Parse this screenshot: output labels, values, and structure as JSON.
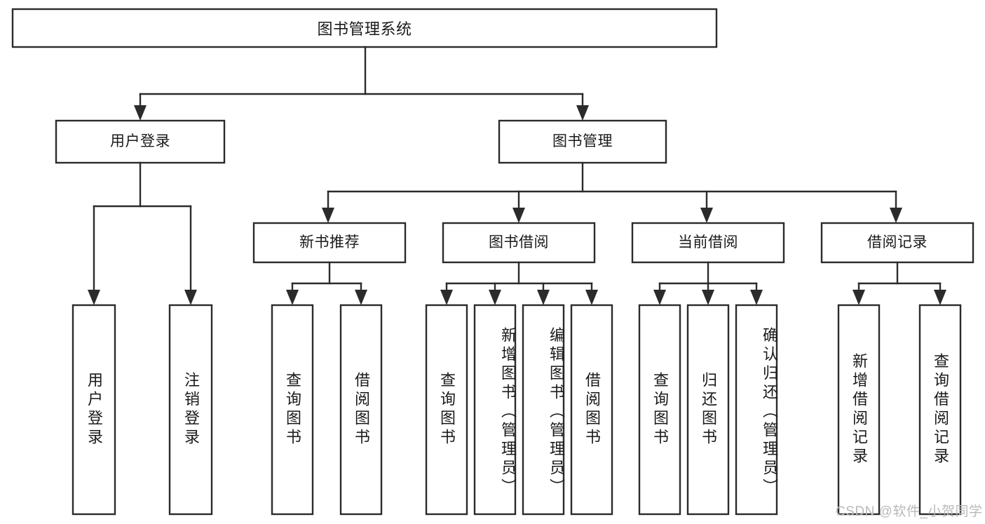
{
  "diagram": {
    "title": "图书管理系统",
    "type": "功能结构图",
    "watermark": "CSDN @软件_小贺同学",
    "levels": {
      "root": {
        "label": "图书管理系统"
      },
      "level2": [
        {
          "label": "用户登录"
        },
        {
          "label": "图书管理"
        }
      ],
      "level3": [
        {
          "label": "新书推荐"
        },
        {
          "label": "图书借阅"
        },
        {
          "label": "当前借阅"
        },
        {
          "label": "借阅记录"
        }
      ],
      "level4": [
        {
          "label": "用户登录",
          "parent": "用户登录"
        },
        {
          "label": "注销登录",
          "parent": "用户登录"
        },
        {
          "label": "查询图书",
          "parent": "新书推荐"
        },
        {
          "label": "借阅图书",
          "parent": "新书推荐"
        },
        {
          "label": "查询图书",
          "parent": "图书借阅"
        },
        {
          "label": "新增图书（管理员）",
          "parent": "图书借阅"
        },
        {
          "label": "编辑图书（管理员）",
          "parent": "图书借阅"
        },
        {
          "label": "借阅图书",
          "parent": "图书借阅"
        },
        {
          "label": "查询图书",
          "parent": "当前借阅"
        },
        {
          "label": "归还图书",
          "parent": "当前借阅"
        },
        {
          "label": "确认归还（管理员）",
          "parent": "当前借阅"
        },
        {
          "label": "新增借阅记录",
          "parent": "借阅记录"
        },
        {
          "label": "查询借阅记录",
          "parent": "借阅记录"
        }
      ]
    },
    "colors": {
      "box_stroke": "#2b2b2b",
      "box_fill": "#ffffff",
      "text": "#1a1a1a",
      "watermark": "#b9b9b9",
      "background": "#ffffff"
    }
  }
}
